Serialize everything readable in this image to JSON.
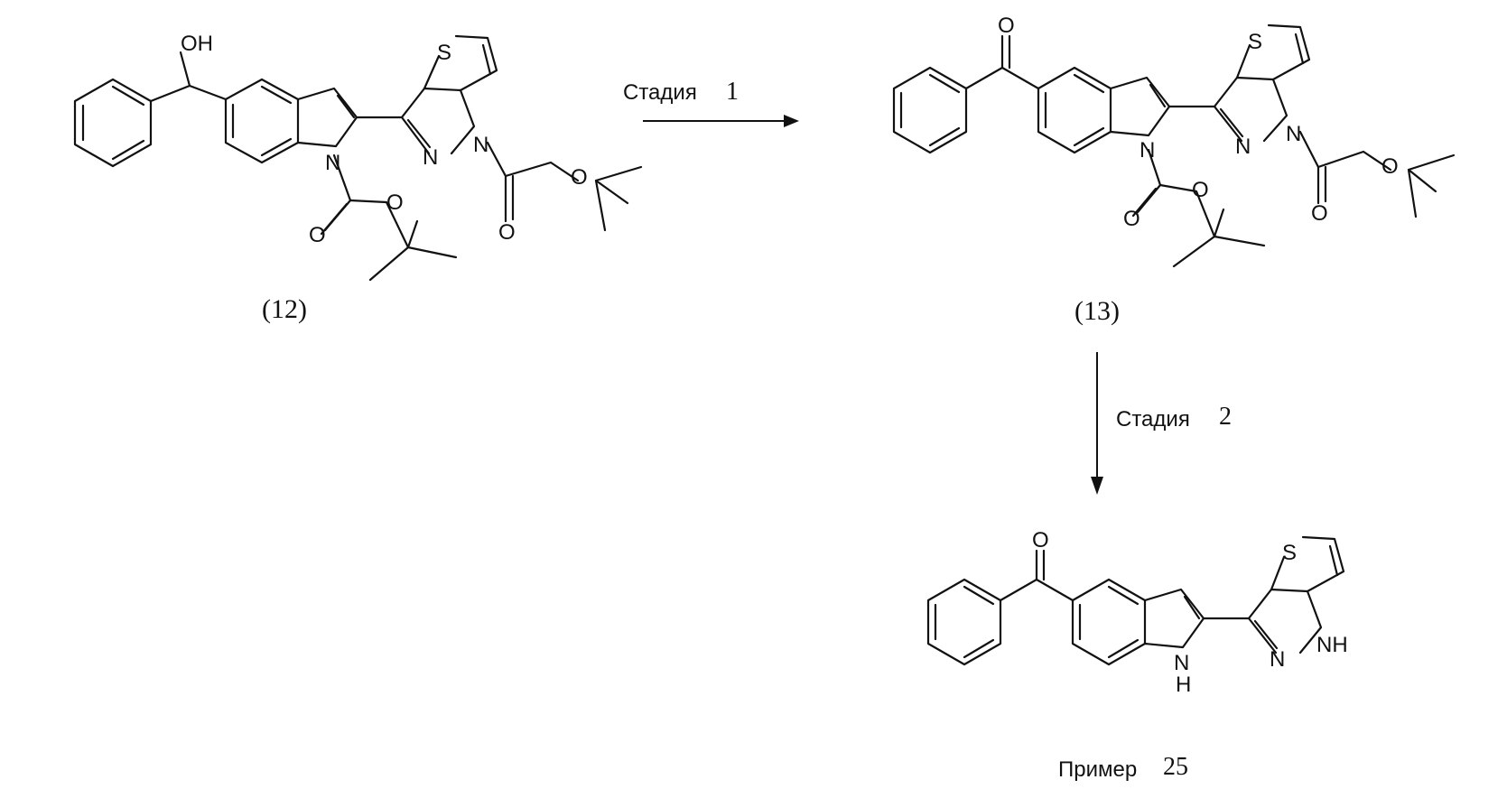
{
  "compound_12": {
    "label": "(12)",
    "atoms": {
      "oh": "OH",
      "n_indole": "N",
      "n_pz1": "N",
      "n_pz2": "N",
      "s": "S",
      "o1": "O",
      "o2": "O",
      "o3": "O",
      "o4": "O"
    }
  },
  "compound_13": {
    "label": "(13)",
    "atoms": {
      "o_keto": "O",
      "n_indole": "N",
      "n_pz1": "N",
      "n_pz2": "N",
      "s": "S",
      "o1": "O",
      "o2": "O",
      "o3": "O",
      "o4": "O"
    }
  },
  "product": {
    "label_word": "Пример",
    "label_num": "25",
    "atoms": {
      "o_keto": "O",
      "n_indole": "N",
      "h_indole": "H",
      "n_pz1": "N",
      "nh_pz": "NH",
      "s": "S"
    }
  },
  "step1": {
    "word": "Стадия",
    "num": "1"
  },
  "step2": {
    "word": "Стадия",
    "num": "2"
  }
}
